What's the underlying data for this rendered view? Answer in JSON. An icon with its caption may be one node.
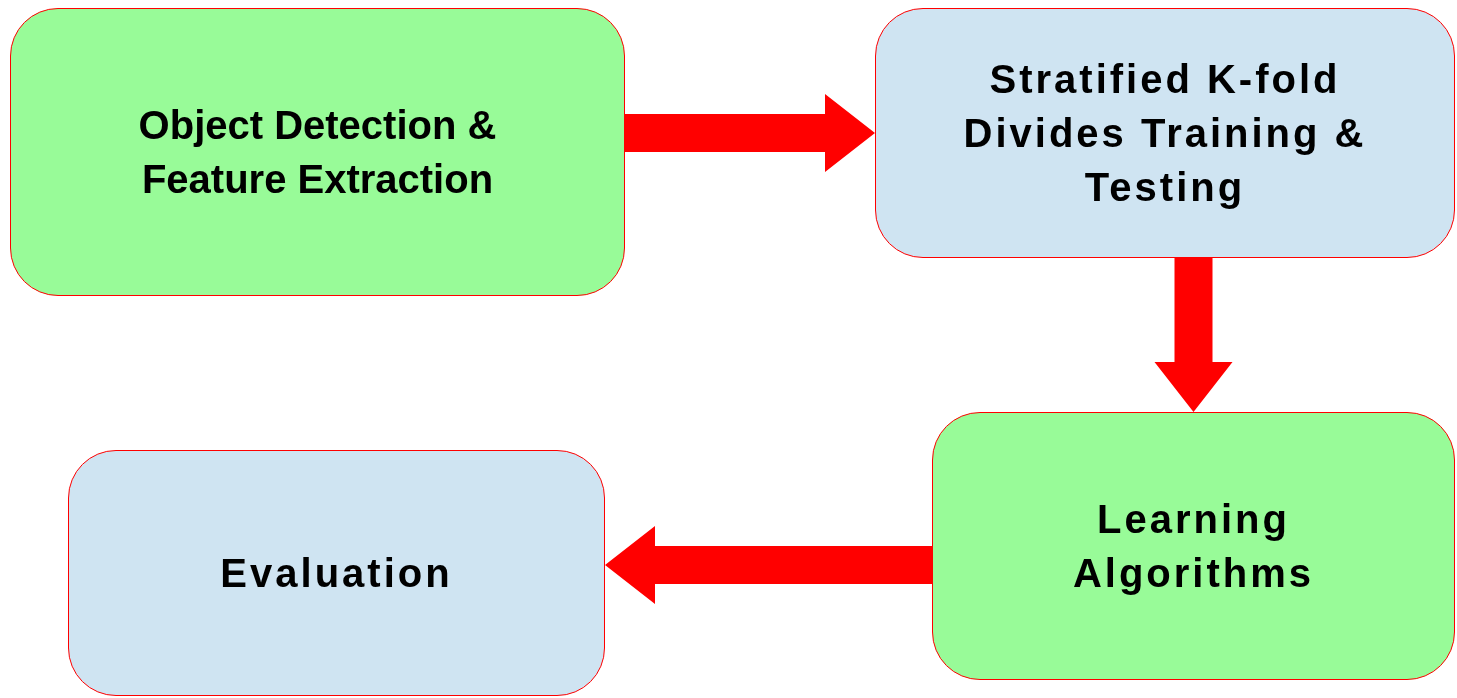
{
  "diagram": {
    "nodes": [
      {
        "text": [
          "Object Detection & Feature Extraction"
        ]
      },
      {
        "text": [
          "Stratified K-fold Divides Training & Testing"
        ]
      },
      {
        "text": [
          "Learning Algorithms"
        ]
      },
      {
        "text": [
          "Evaluation"
        ]
      }
    ],
    "edges": [
      {
        "from": 0,
        "to": 1,
        "arrow": "to"
      },
      {
        "from": 1,
        "to": 2,
        "arrow": "to"
      },
      {
        "from": 2,
        "to": 3,
        "arrow": "to"
      }
    ]
  }
}
